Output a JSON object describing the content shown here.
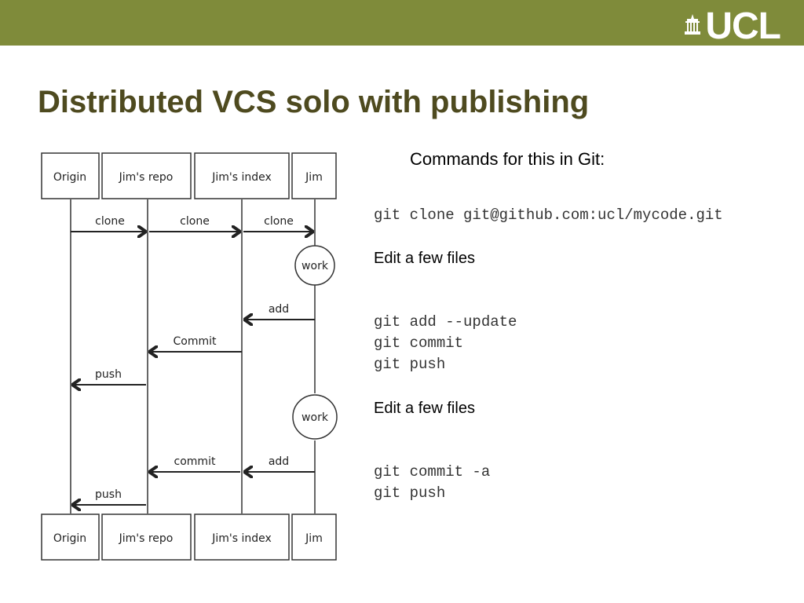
{
  "header": {
    "logo_text": "UCL",
    "logo_icon": "ucl-portico-icon",
    "bar_color": "#7f8b3a"
  },
  "slide": {
    "title": "Distributed VCS solo with publishing",
    "subtitle": "Commands for this in Git:"
  },
  "diagram": {
    "participants": [
      "Origin",
      "Jim's repo",
      "Jim's index",
      "Jim"
    ],
    "messages": [
      {
        "label": "clone"
      },
      {
        "label": "clone"
      },
      {
        "label": "clone"
      },
      {
        "label": "add"
      },
      {
        "label": "Commit"
      },
      {
        "label": "push"
      },
      {
        "label": "commit"
      },
      {
        "label": "add"
      },
      {
        "label": "push"
      }
    ],
    "work_labels": [
      "work",
      "work"
    ]
  },
  "commands": [
    {
      "kind": "code",
      "text": "git clone git@github.com:ucl/mycode.git"
    },
    {
      "kind": "note",
      "text": "Edit a few files"
    },
    {
      "kind": "code",
      "text": "git add --update"
    },
    {
      "kind": "code",
      "text": "git commit"
    },
    {
      "kind": "code",
      "text": "git push"
    },
    {
      "kind": "note",
      "text": "Edit a few files"
    },
    {
      "kind": "code",
      "text": "git commit -a"
    },
    {
      "kind": "code",
      "text": "git push"
    }
  ],
  "colors": {
    "title": "#4e4a1f",
    "ink": "#222222"
  }
}
